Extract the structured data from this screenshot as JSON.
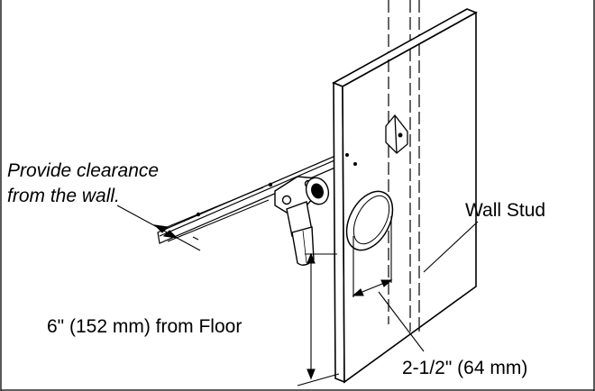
{
  "labels": {
    "clearance_line1": "Provide clearance",
    "clearance_line2": "from the wall.",
    "wall_stud": "Wall Stud",
    "floor_height": "6\" (152 mm) from Floor",
    "offset": "2-1/2\" (64 mm)"
  },
  "colors": {
    "ink": "#000000",
    "paper": "#ffffff"
  }
}
